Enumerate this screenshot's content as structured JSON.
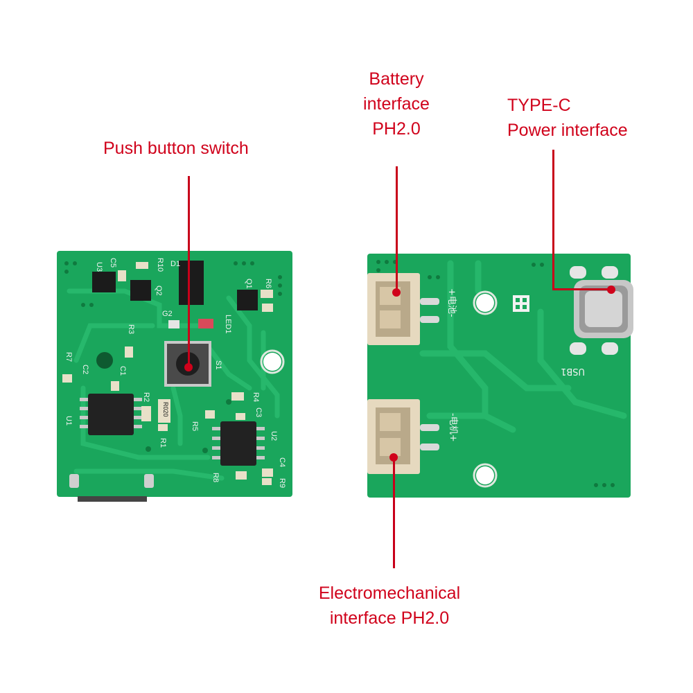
{
  "labels": {
    "push_button": "Push button switch",
    "battery": [
      "Battery",
      "interface",
      "PH2.0"
    ],
    "typec": [
      "TYPE-C",
      "Power interface"
    ],
    "motor": [
      "Electromechanical",
      "interface PH2.0"
    ]
  },
  "silkscreen": {
    "left": [
      "U3",
      "C5",
      "R10",
      "D1",
      "Q2",
      "Q1",
      "R6",
      "G2",
      "LED1",
      "R3",
      "R7",
      "C2",
      "C1",
      "U1",
      "S1",
      "R2",
      "R1",
      "R5",
      "R4",
      "C3",
      "U2",
      "C4",
      "R8",
      "R9",
      "R020"
    ],
    "right": [
      "+电池-",
      "-电机+",
      "USB1"
    ]
  },
  "colors": {
    "label_text": "#d0021b",
    "pcb": "#1aa65c",
    "pcb_dark": "#13894a",
    "connector": "#e6d9bf"
  }
}
